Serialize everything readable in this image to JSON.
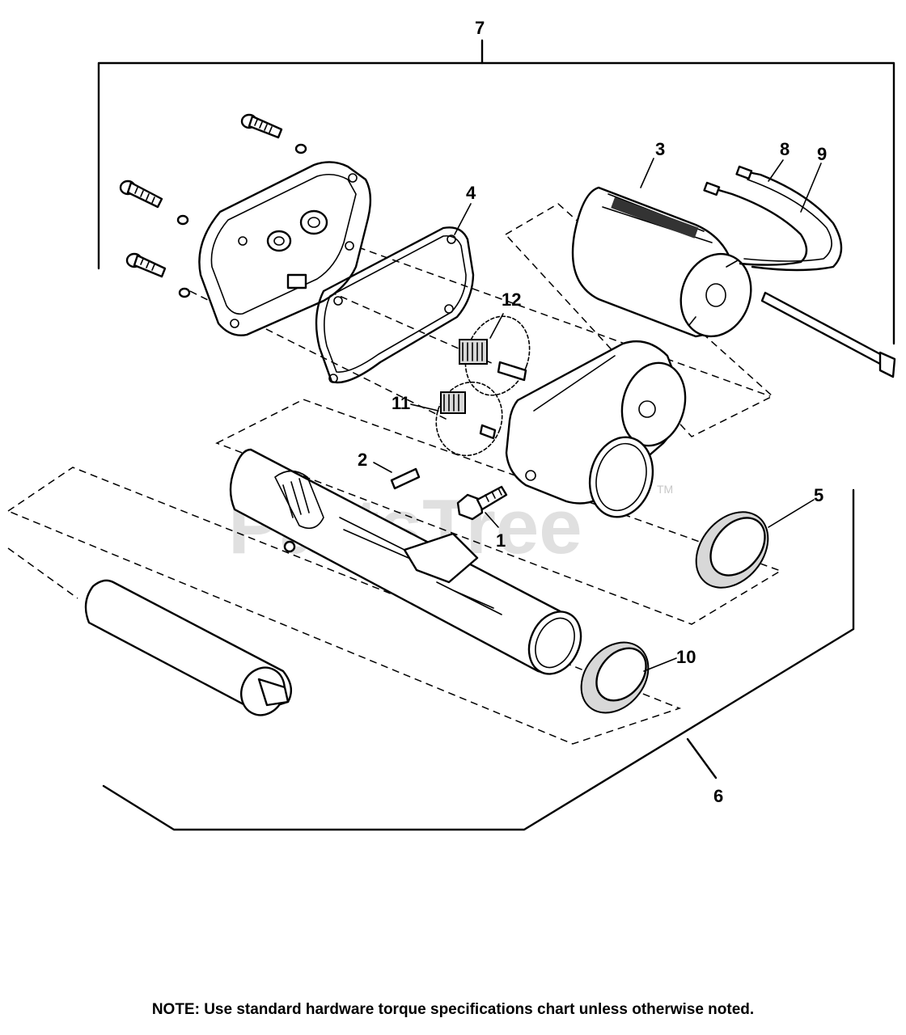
{
  "callouts": {
    "c1": "1",
    "c2": "2",
    "c3": "3",
    "c4": "4",
    "c5": "5",
    "c6": "6",
    "c7": "7",
    "c8": "8",
    "c9": "9",
    "c10": "10",
    "c11": "11",
    "c12": "12"
  },
  "watermark": {
    "text": "PartsTree",
    "trademark": "TM"
  },
  "note": "NOTE: Use standard hardware torque specifications chart unless otherwise noted."
}
